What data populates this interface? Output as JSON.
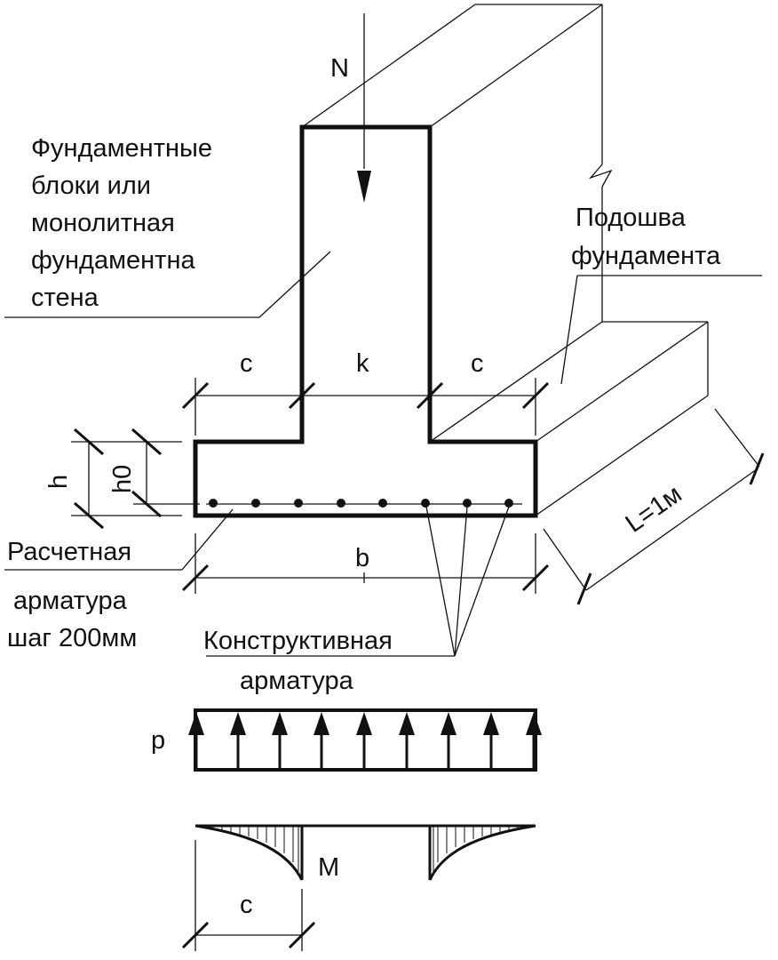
{
  "labels": {
    "force": "N",
    "wall_line1": "Фундаментные",
    "wall_line2": "блоки или",
    "wall_line3": "монолитная",
    "wall_line4": "фундаментна",
    "wall_line5": "стена",
    "sole_line1": "Подошва",
    "sole_line2": "фундамента",
    "c_left": "c",
    "k": "k",
    "c_right": "c",
    "h": "h",
    "h0": "h0",
    "length": "L=1м",
    "b": "b",
    "calc_rebar_line1": "Расчетная",
    "calc_rebar_line2": "арматура",
    "calc_rebar_line3": "шаг 200мм",
    "constr_rebar_line1": "Конструктивная",
    "constr_rebar_line2": "арматура",
    "pressure": "p",
    "moment": "M",
    "c_bottom": "c"
  },
  "colors": {
    "ink": "#111111",
    "background": "#ffffff"
  }
}
